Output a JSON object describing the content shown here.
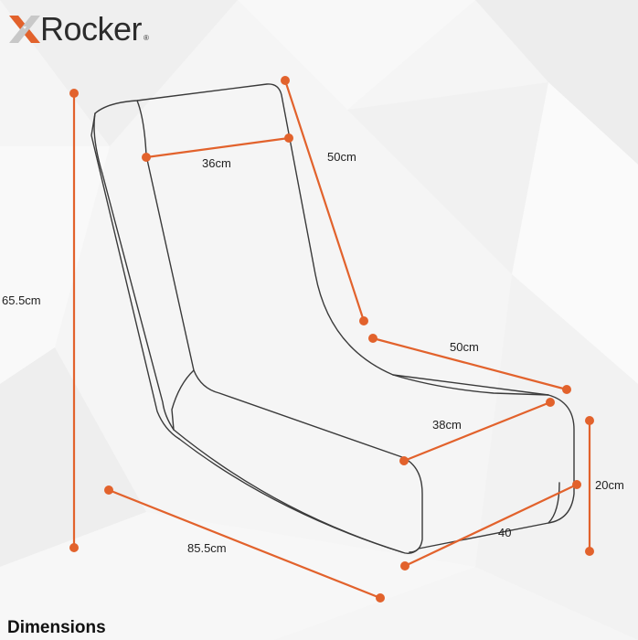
{
  "brand": {
    "prefix": "X",
    "name": "Rocker",
    "registered": "®"
  },
  "colors": {
    "accent": "#e2622c",
    "outline": "#3a3a3a",
    "text": "#1f1f1f"
  },
  "dimensions": {
    "back_width": "36cm",
    "back_height": "50cm",
    "total_height": "65.5cm",
    "seat_length": "50cm",
    "seat_width": "38cm",
    "base_length": "85.5cm",
    "base_width": "40",
    "seat_height": "20cm"
  },
  "footer": {
    "title": "Dimensions"
  }
}
